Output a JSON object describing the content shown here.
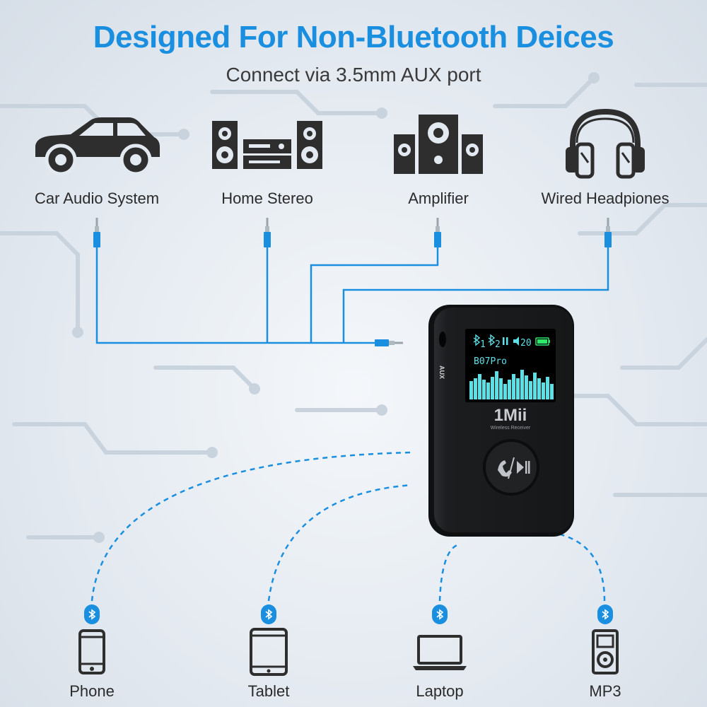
{
  "header": {
    "title": "Designed For Non-Bluetooth Deices",
    "subtitle": "Connect via 3.5mm AUX port"
  },
  "sources": [
    {
      "label": "Car Audio System",
      "icon": "car-icon"
    },
    {
      "label": "Home Stereo",
      "icon": "home-stereo-icon"
    },
    {
      "label": "Amplifier",
      "icon": "amplifier-icon"
    },
    {
      "label": "Wired Headpiones",
      "icon": "headphones-icon"
    }
  ],
  "device": {
    "brand": "1Mii",
    "model_line": "Wireless Receiver",
    "aux_label": "AUX",
    "screen": {
      "name": "B07Pro",
      "bt1": "1",
      "bt2": "2",
      "volume": "20"
    },
    "button_icon": "call-play-pause-icon"
  },
  "targets": [
    {
      "label": "Phone",
      "icon": "phone-icon"
    },
    {
      "label": "Tablet",
      "icon": "tablet-icon"
    },
    {
      "label": "Laptop",
      "icon": "laptop-icon"
    },
    {
      "label": "MP3",
      "icon": "mp3-player-icon"
    }
  ],
  "colors": {
    "accent": "#1a8fe0",
    "icon_dark": "#2e2e2e",
    "screen_text": "#5ce0e6",
    "background": "#e3e9f0"
  }
}
